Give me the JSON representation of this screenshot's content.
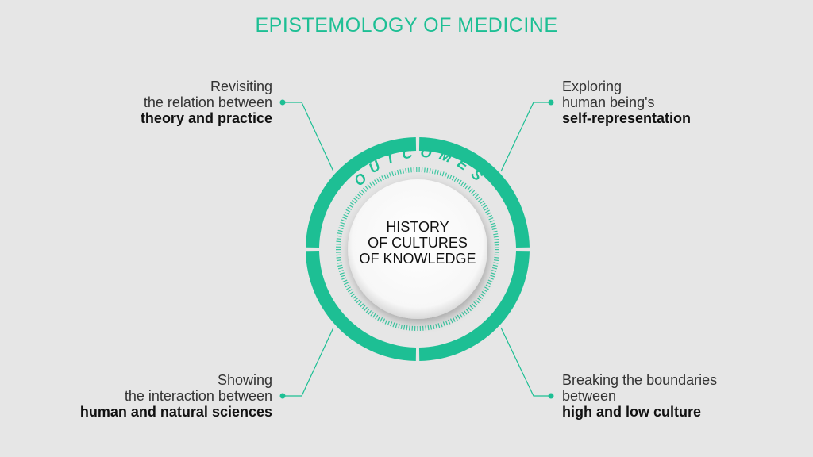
{
  "title": "EPISTEMOLOGY OF MEDICINE",
  "ring_label": "OUTCOMES",
  "center": {
    "lines": [
      "HISTORY",
      "OF CULTURES",
      "OF KNOWLEDGE"
    ]
  },
  "outcomes": {
    "top_left": {
      "line1": "Revisiting",
      "line2": "the relation between",
      "line3": "theory and practice"
    },
    "top_right": {
      "line1": "Exploring",
      "line2": "human being's",
      "line3": "self-representation"
    },
    "bottom_left": {
      "line1": "Showing",
      "line2": "the interaction between",
      "line3": "human and natural sciences"
    },
    "bottom_right": {
      "line1": "Breaking the boundaries",
      "line2": "between",
      "line3": "high and low culture"
    }
  },
  "colors": {
    "accent": "#1dbf94",
    "background": "#e6e6e6",
    "circle_fill": "#ffffff"
  }
}
